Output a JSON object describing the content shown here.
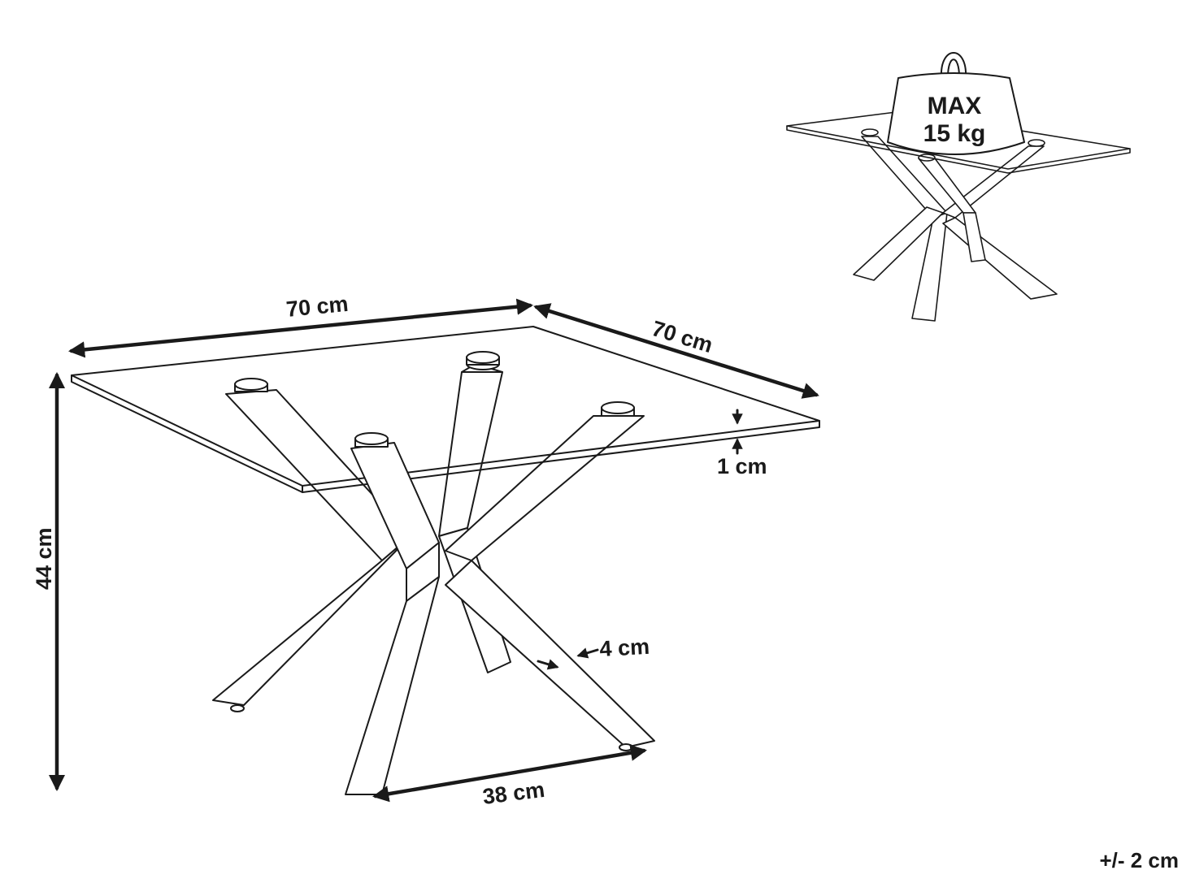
{
  "dimensions": {
    "width": "70 cm",
    "depth": "70 cm",
    "height": "44 cm",
    "top_thickness": "1 cm",
    "leg_width": "4 cm",
    "leg_spacing": "38 cm"
  },
  "load": {
    "line1": "MAX",
    "line2": "15 kg"
  },
  "tolerance": "+/- 2 cm",
  "colors": {
    "ink": "#1a1a1a",
    "background": "#ffffff"
  }
}
